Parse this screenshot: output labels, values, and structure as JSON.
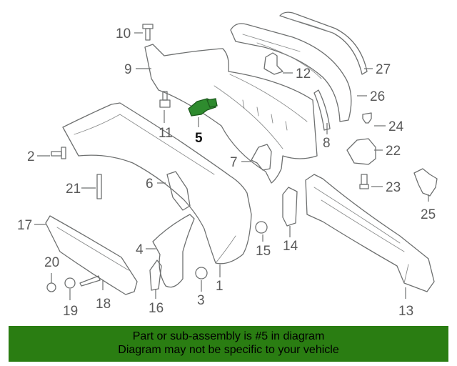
{
  "callouts": {
    "c1": "1",
    "c2": "2",
    "c3": "3",
    "c4": "4",
    "c5": "5",
    "c6": "6",
    "c7": "7",
    "c8": "8",
    "c9": "9",
    "c10": "10",
    "c11": "11",
    "c12": "12",
    "c13": "13",
    "c14": "14",
    "c15": "15",
    "c16": "16",
    "c17": "17",
    "c18": "18",
    "c19": "19",
    "c20": "20",
    "c21": "21",
    "c22": "22",
    "c23": "23",
    "c24": "24",
    "c25": "25",
    "c26": "26",
    "c27": "27"
  },
  "highlighted_part": "5",
  "colors": {
    "highlight": "#2e8b2e",
    "banner": "#2a7d12",
    "line_art": "#6e7070"
  },
  "banner": {
    "line1": "Part or sub-assembly is #5 in diagram",
    "line2": "Diagram may not be specific to your vehicle"
  }
}
